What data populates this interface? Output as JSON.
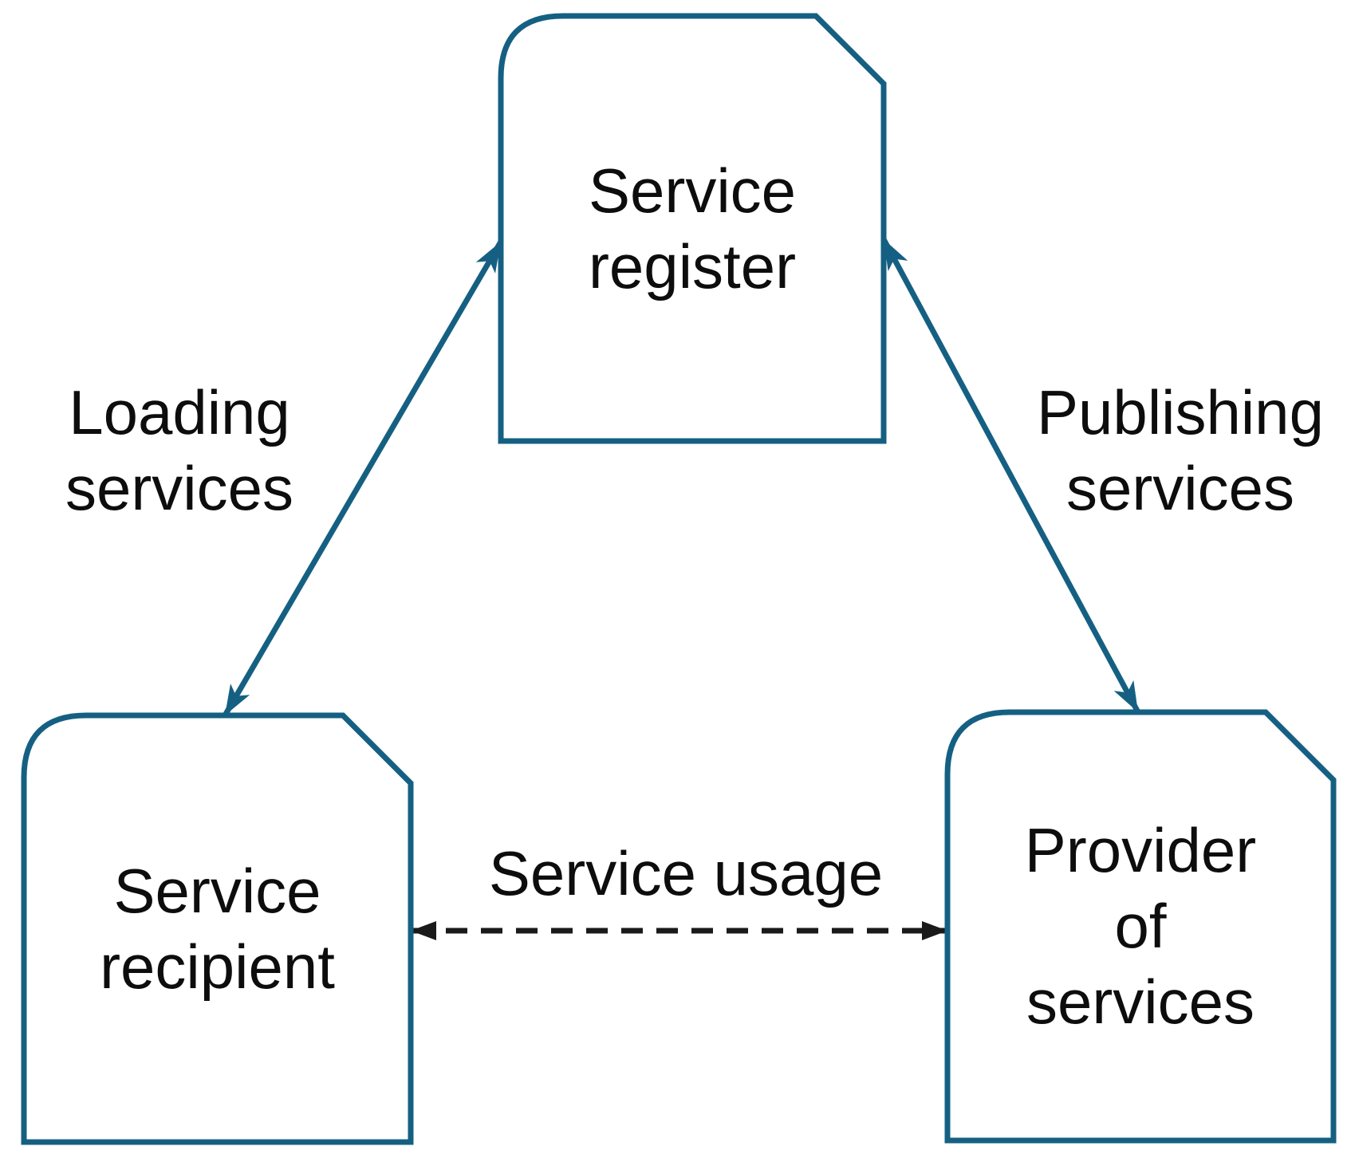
{
  "colors": {
    "accent": "#156082",
    "ink": "#1a1a1a",
    "node_fill": "#ffffff"
  },
  "nodes": {
    "register": {
      "label": "Service\nregister"
    },
    "recipient": {
      "label": "Service\nrecipient"
    },
    "provider": {
      "label": "Provider\nof\nservices"
    }
  },
  "edges": {
    "loading": {
      "label": "Loading\nservices",
      "line_style": "solid",
      "arrows": "both",
      "from": "recipient",
      "to": "register"
    },
    "publishing": {
      "label": "Publishing\nservices",
      "line_style": "solid",
      "arrows": "both",
      "from": "provider",
      "to": "register"
    },
    "usage": {
      "label": "Service usage",
      "line_style": "dashed",
      "arrows": "both",
      "from": "recipient",
      "to": "provider"
    }
  }
}
